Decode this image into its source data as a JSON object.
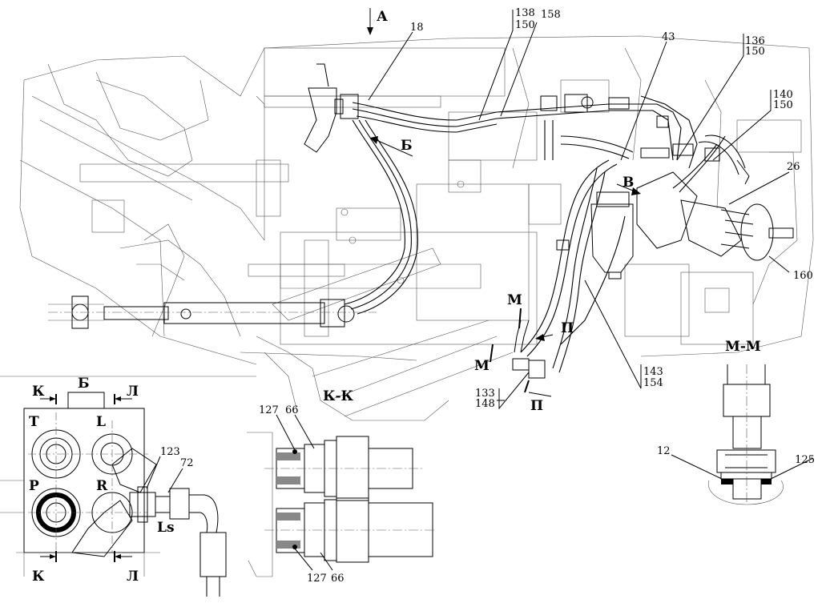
{
  "title": "",
  "view_labels": {
    "A": "А",
    "B_cyr": "Б",
    "V": "В",
    "M": "М",
    "P": "П",
    "KK": "К-К",
    "MM": "М-М",
    "K": "К",
    "L": "Л"
  },
  "callouts": {
    "c18": "18",
    "c138": "138",
    "c150a": "150",
    "c158": "158",
    "c43": "43",
    "c136": "136",
    "c150b": "150",
    "c140": "140",
    "c150c": "150",
    "c26": "26",
    "c160": "160",
    "c143": "143",
    "c154": "154",
    "c133": "133",
    "c148": "148",
    "c127a": "127",
    "c66a": "66",
    "c127b": "127",
    "c66b": "66",
    "c123": "123",
    "c72": "72",
    "c12": "12",
    "c125": "125"
  },
  "port_labels": {
    "T": "T",
    "L": "L",
    "P": "P",
    "R": "R",
    "Ls": "Ls"
  }
}
